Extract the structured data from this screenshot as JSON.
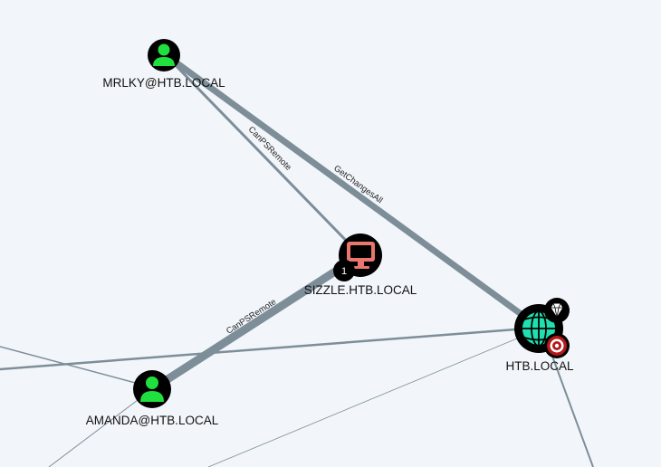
{
  "nodes": {
    "mrlky": {
      "label": "MRLKY@HTB.LOCAL",
      "type": "user"
    },
    "amanda": {
      "label": "AMANDA@HTB.LOCAL",
      "type": "user"
    },
    "sizzle": {
      "label": "SIZZLE.HTB.LOCAL",
      "type": "computer",
      "badge": "1"
    },
    "htb": {
      "label": "HTB.LOCAL",
      "type": "domain"
    }
  },
  "edges": {
    "mrlky_sizzle": {
      "label": "CanPSRemote"
    },
    "mrlky_htb": {
      "label": "GetChangesAll"
    },
    "amanda_sizzle": {
      "label": "CanPSRemote"
    }
  },
  "colors": {
    "background": "#f2f6fb",
    "edge": "#7d8e99",
    "user_icon": "#1fe03e",
    "computer_icon": "#e9766f",
    "domain_icon": "#1ee0b0",
    "highvalue_target": "#b51818"
  },
  "icons": {
    "user": "user-icon",
    "computer": "computer-icon",
    "domain": "globe-icon",
    "highvalue": "gem-icon",
    "target": "target-icon"
  }
}
